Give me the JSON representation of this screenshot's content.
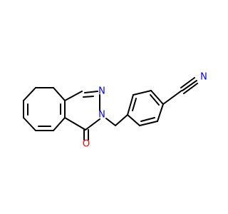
{
  "molecule": {
    "colors": {
      "bond": "#000000",
      "nitrogen": "#0000ff",
      "oxygen": "#ff0000"
    },
    "labels": {
      "ring_nitrogen_1": "N",
      "ring_nitrogen_2": "N",
      "carbonyl_oxygen": "O",
      "nitrile_nitrogen": "N"
    }
  }
}
